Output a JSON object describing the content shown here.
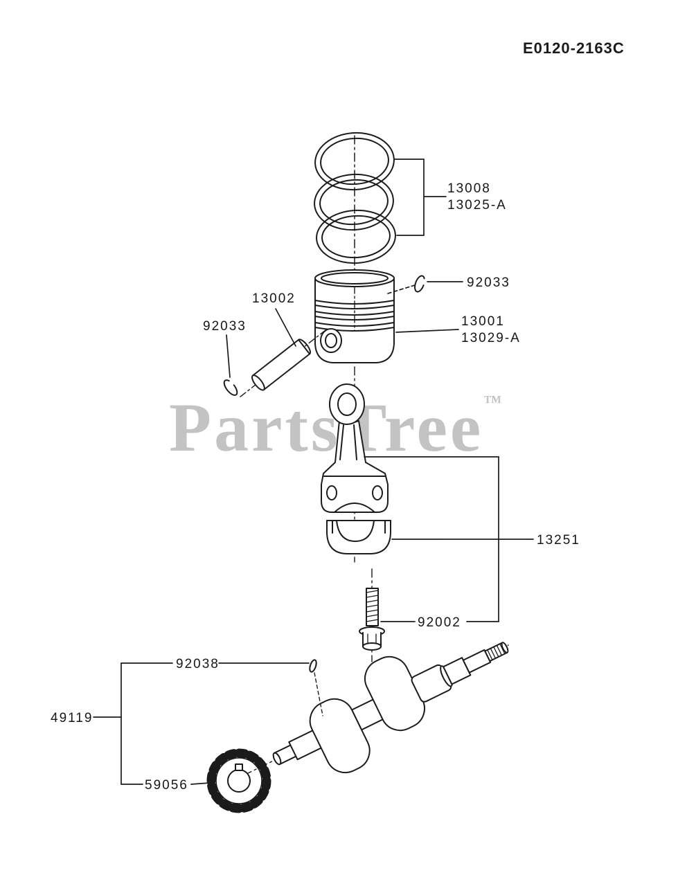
{
  "header": {
    "diagram_code": "E0120-2163C"
  },
  "watermark": {
    "text": "PartsTree",
    "tm": "™"
  },
  "parts": {
    "ring_set": "13008",
    "ring_set_alt": "13025-A",
    "clip_right": "92033",
    "clip_left": "92033",
    "piston_pin": "13002",
    "piston": "13001",
    "piston_alt": "13029-A",
    "connecting_rod": "13251",
    "rod_bolt": "92002",
    "crank_key": "92038",
    "crankshaft": "49119",
    "timing_gear": "59056"
  },
  "colors": {
    "ink": "#1b1b1b",
    "watermark": "#c3c3c3",
    "background": "#ffffff"
  }
}
